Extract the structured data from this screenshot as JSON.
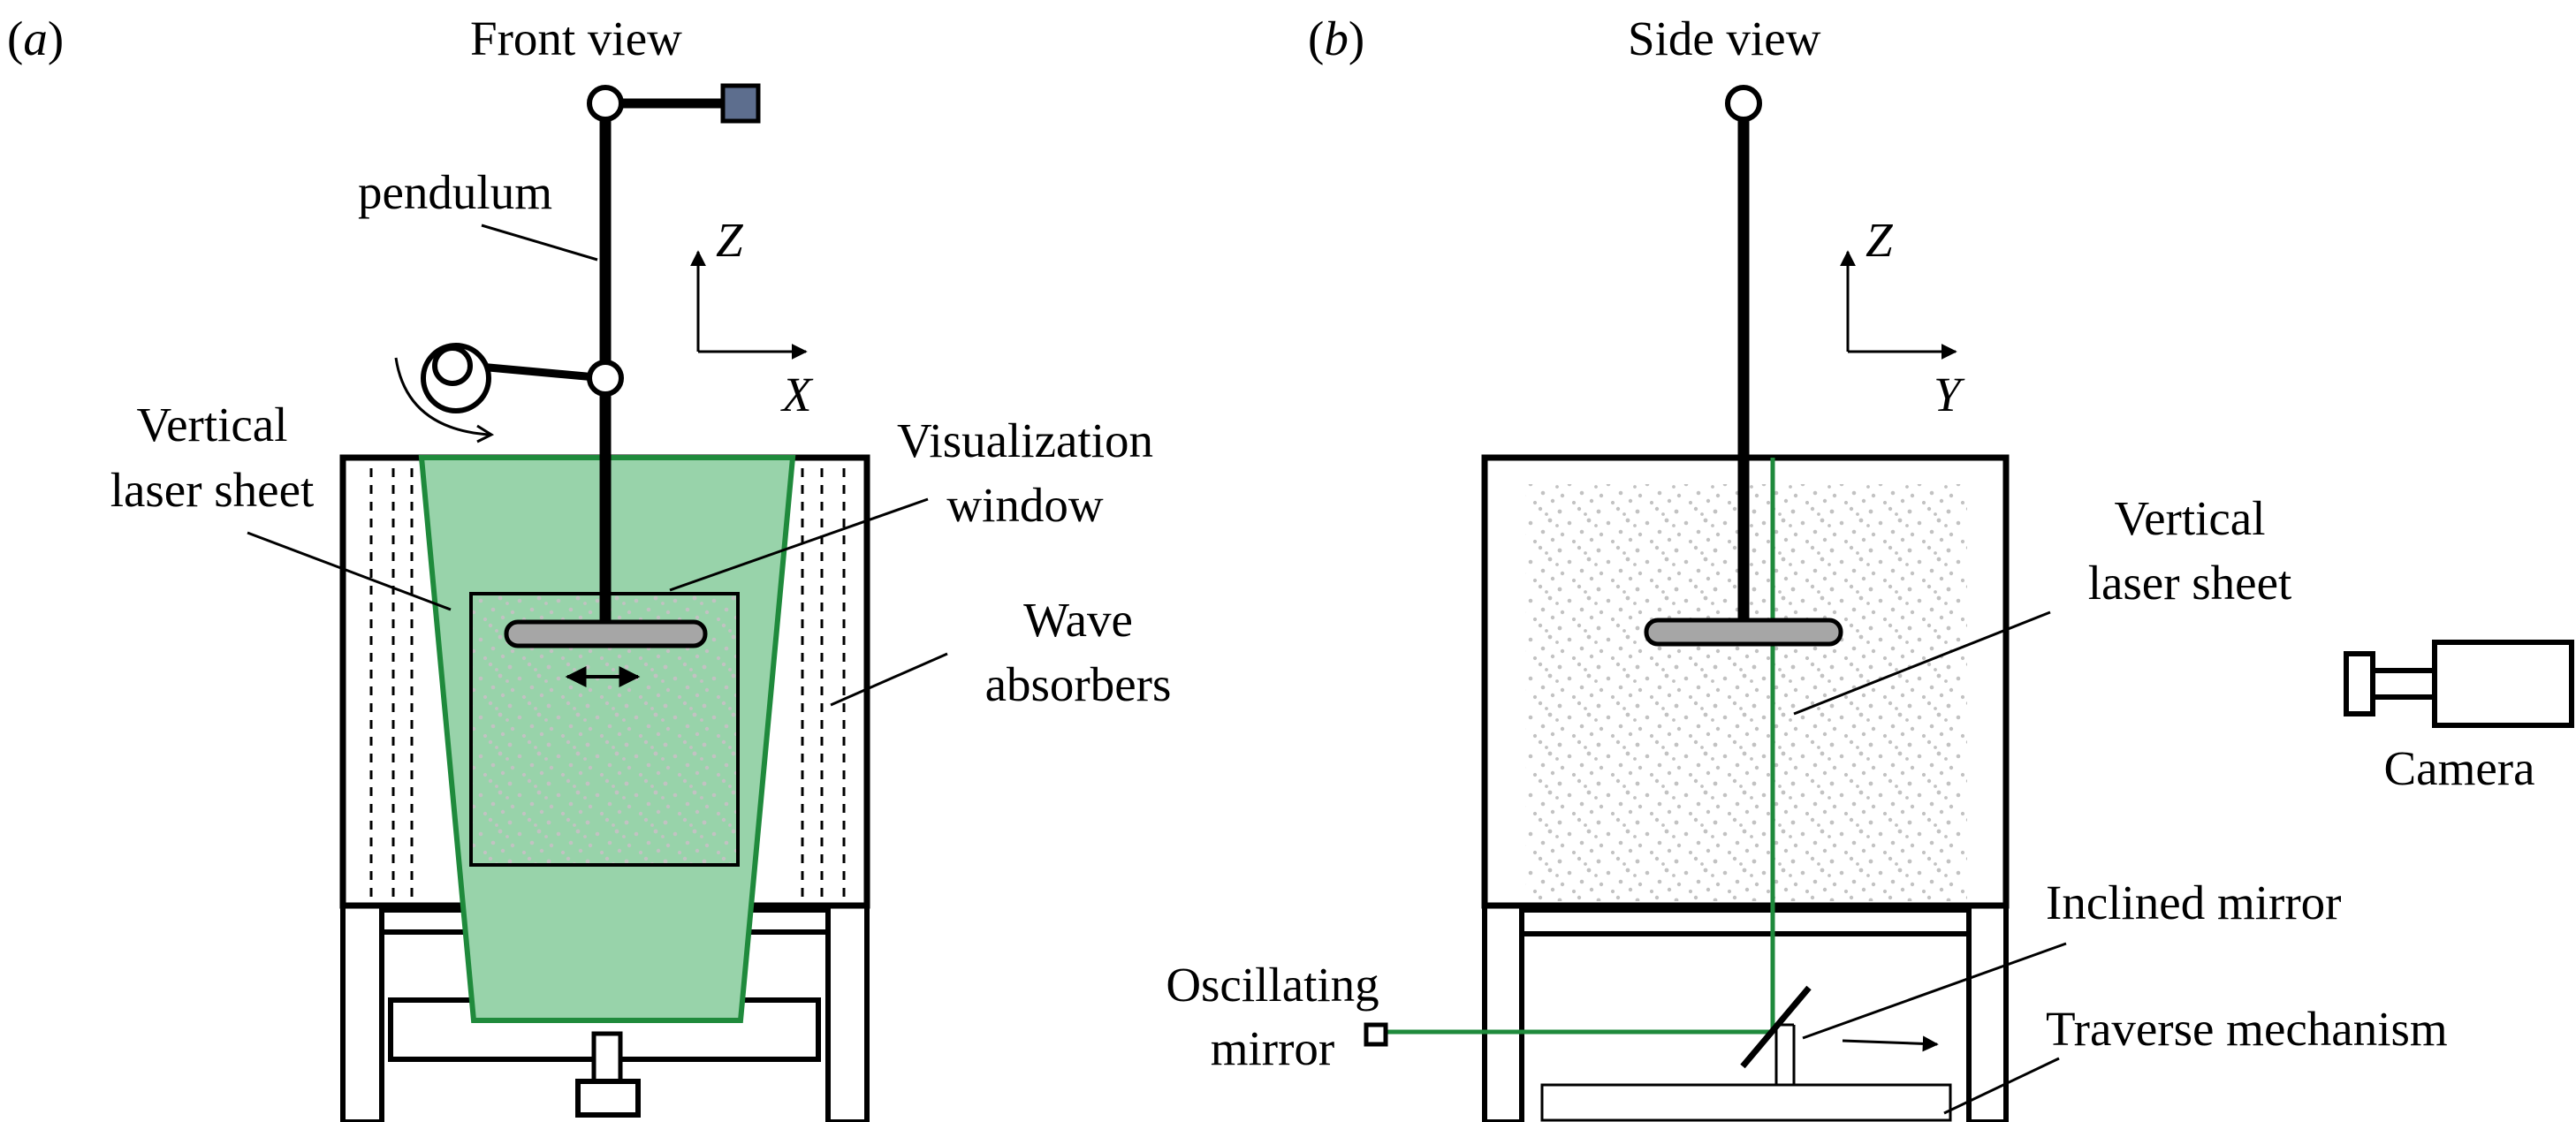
{
  "panel_a": {
    "tag_open": "(",
    "tag_letter": "a",
    "tag_close": ")",
    "title": "Front view",
    "pendulum_label": "pendulum",
    "axis_z": "Z",
    "axis_x": "X",
    "laser_sheet_label_line1": "Vertical",
    "laser_sheet_label_line2": "laser sheet",
    "window_label_line1": "Visualization",
    "window_label_line2": "window",
    "absorbers_label_line1": "Wave",
    "absorbers_label_line2": "absorbers"
  },
  "panel_b": {
    "tag_open": "(",
    "tag_letter": "b",
    "tag_close": ")",
    "title": "Side view",
    "axis_z": "Z",
    "axis_y": "Y",
    "laser_sheet_label_line1": "Vertical",
    "laser_sheet_label_line2": "laser sheet",
    "camera_label": "Camera",
    "inclined_mirror_label": "Inclined mirror",
    "oscillating_mirror_label_line1": "Oscillating",
    "oscillating_mirror_label_line2": "mirror",
    "traverse_label": "Traverse mechanism"
  },
  "colors": {
    "laser_green": "#1f8a3c",
    "laser_fill": "#98d3aa",
    "plate_gray": "#a6a6a6",
    "crank_block": "#5d6e8e",
    "particle_gray": "#c4c4c4"
  }
}
